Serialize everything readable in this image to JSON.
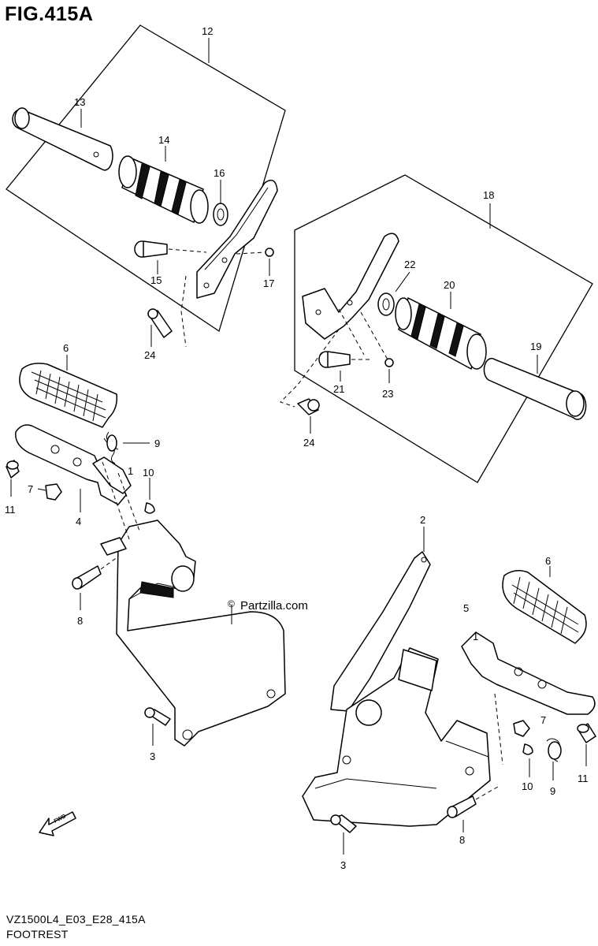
{
  "figure": {
    "title": "FIG.415A",
    "watermark": "Partzilla.com",
    "watermark_symbol": "©",
    "code": "VZ1500L4_E03_E28_415A",
    "caption": "FOOTREST",
    "fwd_label": "FWD"
  },
  "callouts": [
    {
      "id": "c12",
      "label": "12"
    },
    {
      "id": "c13",
      "label": "13"
    },
    {
      "id": "c14",
      "label": "14"
    },
    {
      "id": "c16",
      "label": "16"
    },
    {
      "id": "c15",
      "label": "15"
    },
    {
      "id": "c17",
      "label": "17"
    },
    {
      "id": "c24a",
      "label": "24"
    },
    {
      "id": "c18",
      "label": "18"
    },
    {
      "id": "c22",
      "label": "22"
    },
    {
      "id": "c20",
      "label": "20"
    },
    {
      "id": "c19",
      "label": "19"
    },
    {
      "id": "c21",
      "label": "21"
    },
    {
      "id": "c23",
      "label": "23"
    },
    {
      "id": "c24b",
      "label": "24"
    },
    {
      "id": "c6a",
      "label": "6"
    },
    {
      "id": "c9a",
      "label": "9"
    },
    {
      "id": "c1a",
      "label": "1"
    },
    {
      "id": "c10a",
      "label": "10"
    },
    {
      "id": "c11a",
      "label": "11"
    },
    {
      "id": "c7a",
      "label": "7"
    },
    {
      "id": "c4",
      "label": "4"
    },
    {
      "id": "c8a",
      "label": "8"
    },
    {
      "id": "c3a",
      "label": "3"
    },
    {
      "id": "c2",
      "label": "2"
    },
    {
      "id": "c6b",
      "label": "6"
    },
    {
      "id": "c5",
      "label": "5"
    },
    {
      "id": "c1b",
      "label": "1"
    },
    {
      "id": "c7b",
      "label": "7"
    },
    {
      "id": "c10b",
      "label": "10"
    },
    {
      "id": "c9b",
      "label": "9"
    },
    {
      "id": "c11b",
      "label": "11"
    },
    {
      "id": "c8b",
      "label": "8"
    },
    {
      "id": "c3b",
      "label": "3"
    }
  ]
}
